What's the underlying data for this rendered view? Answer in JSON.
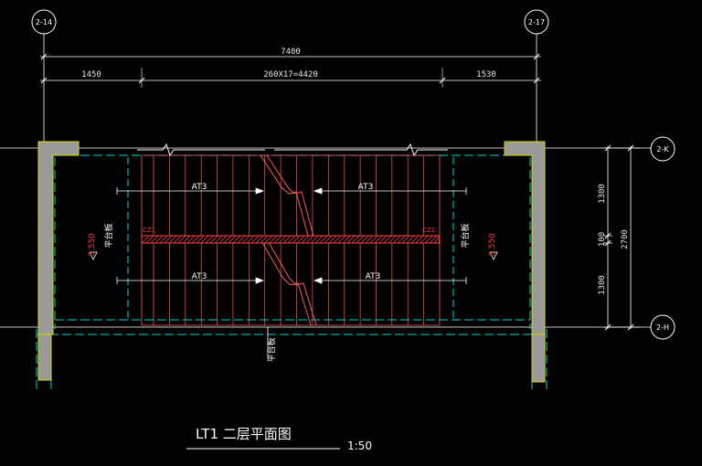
{
  "colors": {
    "background": "#000000",
    "dimension_line": "#ffffff",
    "wall": "#9a9a9a",
    "wall_outline": "#d8d800",
    "treads": "#ff5a5a",
    "cyan_lines": "#00d8d8",
    "beam_hatch": "#ff4444"
  },
  "grid_axes": {
    "left_top": "2-14",
    "right_top": "2-17",
    "right_upper": "2-K",
    "right_lower": "2-H"
  },
  "dimensions": {
    "total_width": "7400",
    "left_segment": "1450",
    "middle_segment": "260X17=4420",
    "right_segment": "1530",
    "right_upper": "1300",
    "right_mid": "100",
    "right_lower": "1300",
    "right_total": "2700"
  },
  "labels": {
    "at_upper_left": "AT3",
    "at_upper_right": "AT3",
    "at_lower_left": "AT3",
    "at_lower_right": "AT3",
    "elevation_left": "3.550",
    "elevation_right": "3.550",
    "platform_left": "平台板",
    "platform_right": "平台板",
    "cz_left": "CZ1",
    "cz_right": "CZ1",
    "stair_note": "平台板"
  },
  "title": {
    "text": "LT1 二层平面图",
    "scale": "1:50"
  }
}
